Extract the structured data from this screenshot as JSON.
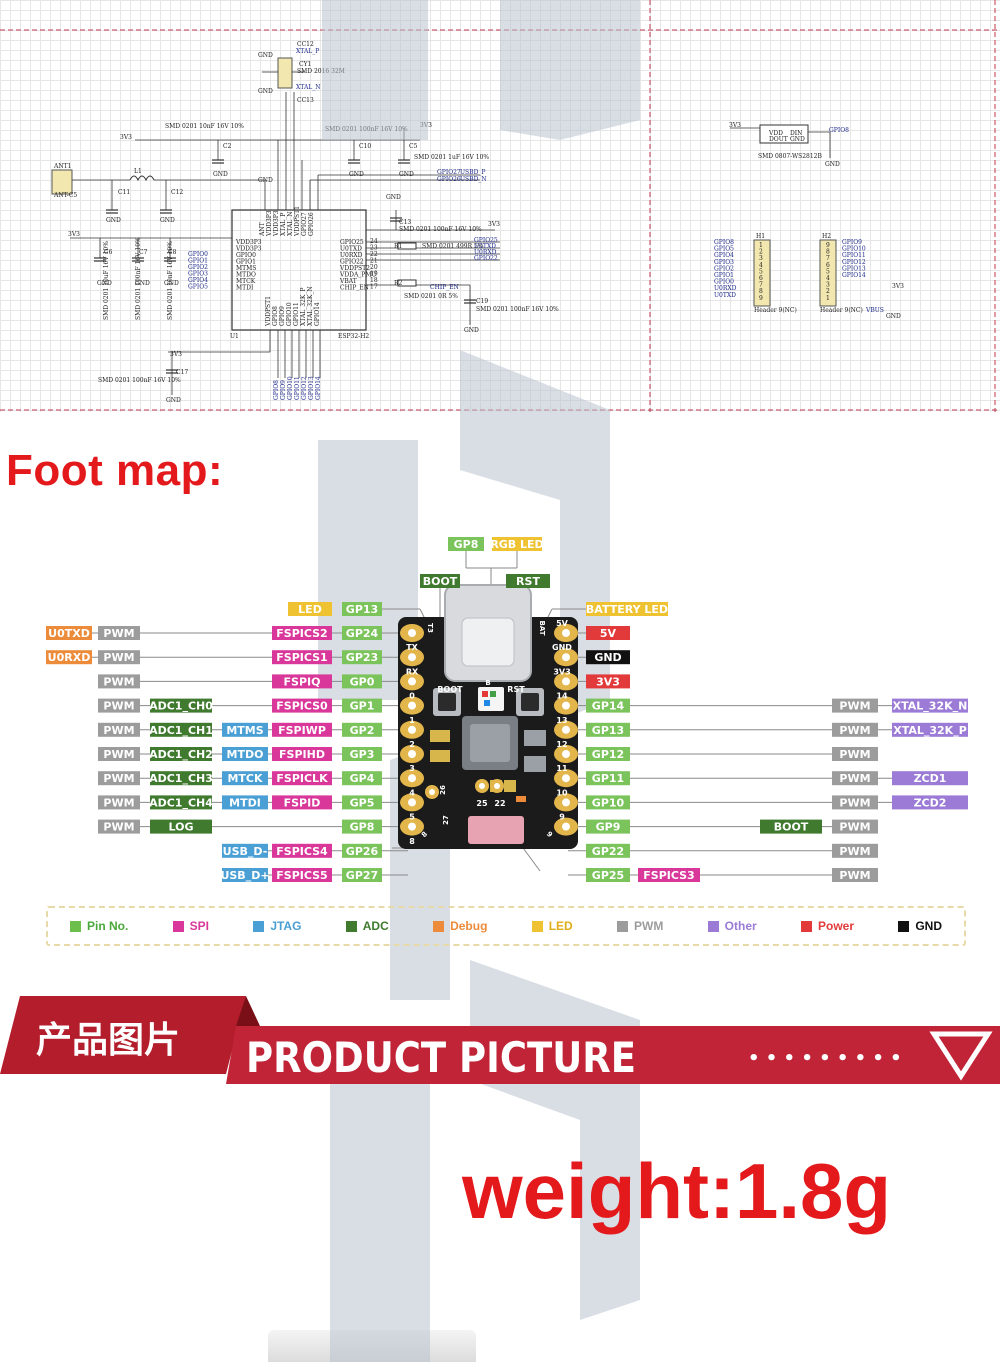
{
  "schematic": {
    "labels": {
      "cc12": "CC12",
      "xtal_p": "XTAL_P",
      "cy1": "CY1",
      "cy1_part": "SMD 2016 32M",
      "xtal_n": "XTAL_N",
      "cc13": "CC13",
      "gnd": "GND",
      "3v3": "3V3",
      "c2_spec": "SMD 0201 10nF 16V 10%",
      "c10_spec": "SMD 0201 100nF 16V 10%",
      "c5_spec": "SMD 0201 1uF 16V 10%",
      "ant1": "ANT1",
      "ant_part": "ANT-C5",
      "l1": "L1",
      "c11": "C11",
      "c12": "C12",
      "c2": "C2",
      "c10": "C10",
      "c5": "C5",
      "c13": "C13",
      "c13_spec": "SMD 0201 100nF 16V 10%",
      "gpio27": "GPIO27",
      "gpio26": "GPIO26",
      "usbd_p": "USBD_P",
      "usbd_n": "USBD_N",
      "u1": "U1",
      "u1_part": "ESP32-H2",
      "vdd3p3": "VDD3P3",
      "left_pins": [
        "VDD3P3",
        "VDD3P3",
        "GPIO0",
        "GPIO1",
        "MTMS",
        "MTDO",
        "MTCK",
        "MTDI"
      ],
      "left_nets": [
        "GPIO0",
        "GPIO1",
        "GPIO2",
        "GPIO3",
        "GPIO4",
        "GPIO5"
      ],
      "right_pins": [
        "GPIO25",
        "U0TXD",
        "U0RXD",
        "GPIO22",
        "VDDPST2",
        "VDDA_PMU",
        "VBAT",
        "CHIP_EN"
      ],
      "right_nums": [
        "24",
        "23",
        "22",
        "21",
        "20",
        "19",
        "18",
        "17"
      ],
      "r1": "R1",
      "r1_spec": "SMD 0201 499R 5%",
      "r2": "R2",
      "r2_spec": "SMD 0201 0R 5%",
      "net_gpio25": "GPIO25",
      "net_u0txd": "U0TXD",
      "net_u0rxd": "U0RXD",
      "net_gpio22": "GPIO22",
      "chip_en": "CHIP_EN",
      "c19": "C19",
      "c19_spec": "SMD 0201 100nF 16V 10%",
      "top_pins": [
        "ANT",
        "VDD3P3",
        "VDD3P3",
        "XTAL_P",
        "XTAL_N",
        "VDDPST1",
        "GPIO27",
        "GPIO26"
      ],
      "bottom_pins": [
        "VDDPST1",
        "GPIO8",
        "GPIO9",
        "GPIO10",
        "GPIO11",
        "XTAL_32K_P",
        "XTAL_32K_N",
        "GPIO14"
      ],
      "bottom_nets": [
        "GPIO8",
        "GPIO9",
        "GPIO10",
        "GPIO11",
        "GPIO12",
        "GPIO13",
        "GPIO14"
      ],
      "c6": "C6",
      "c7": "C7",
      "c8": "C8",
      "cap_specs": [
        "SMD 0201 10uF 16V 10%",
        "SMD 0201 100nF 16V 10%",
        "SMD 0201 10nF 16V 10%"
      ],
      "c17": "C17",
      "c17_spec": "SMD 0201 100nF 16V 10%",
      "led_pins": [
        "VDD",
        "DOUT",
        "DIN",
        "GND"
      ],
      "led_part": "SMD 0807-WS2812B",
      "led_gpio": "GPIO8",
      "h1": "H1",
      "h1_nets": [
        "GPIO8",
        "GPIO5",
        "GPIO4",
        "GPIO3",
        "GPIO2",
        "GPIO1",
        "GPIO0",
        "U0RXD",
        "U0TXD"
      ],
      "h1_part": "Header 9(NC)",
      "h2": "H2",
      "h2_nets": [
        "GPIO9",
        "GPIO10",
        "GPIO11",
        "GPIO12",
        "GPIO13",
        "GPIO14"
      ],
      "h2_part": "Header 9(NC)",
      "vbus": "VBUS",
      "pin_nums": [
        "1",
        "2",
        "3",
        "4",
        "5",
        "6",
        "7",
        "8",
        "9"
      ]
    }
  },
  "foot_map": {
    "title": "Foot map:",
    "top_labels": {
      "gp8": "GP8",
      "rgb_led": "RGB LED",
      "boot": "BOOT",
      "rst": "RST",
      "led": "LED",
      "gp13": "GP13",
      "battery_led": "BATTERY LED"
    },
    "left_rows": [
      {
        "cells": [
          "U0TXD",
          "PWM",
          "",
          "",
          "FSPICS2",
          "GP24"
        ]
      },
      {
        "cells": [
          "U0RXD",
          "PWM",
          "",
          "",
          "FSPICS1",
          "GP23"
        ]
      },
      {
        "cells": [
          "",
          "PWM",
          "",
          "",
          "FSPIQ",
          "GP0"
        ]
      },
      {
        "cells": [
          "",
          "PWM",
          "ADC1_CH0",
          "",
          "FSPICS0",
          "GP1"
        ]
      },
      {
        "cells": [
          "",
          "PWM",
          "ADC1_CH1",
          "MTMS",
          "FSPIWP",
          "GP2"
        ]
      },
      {
        "cells": [
          "",
          "PWM",
          "ADC1_CH2",
          "MTDO",
          "FSPIHD",
          "GP3"
        ]
      },
      {
        "cells": [
          "",
          "PWM",
          "ADC1_CH3",
          "MTCK",
          "FSPICLK",
          "GP4"
        ]
      },
      {
        "cells": [
          "",
          "PWM",
          "ADC1_CH4",
          "MTDI",
          "FSPID",
          "GP5"
        ]
      },
      {
        "cells": [
          "",
          "PWM",
          "LOG",
          "",
          "",
          "GP8"
        ]
      },
      {
        "cells": [
          "",
          "",
          "",
          "USB_D-",
          "FSPICS4",
          "GP26"
        ]
      },
      {
        "cells": [
          "",
          "",
          "",
          "USB_D+",
          "FSPICS5",
          "GP27"
        ]
      }
    ],
    "right_rows": [
      {
        "pin": "5V",
        "extra": "",
        "pwm": "",
        "other": ""
      },
      {
        "pin": "GND",
        "extra": "",
        "pwm": "",
        "other": ""
      },
      {
        "pin": "3V3",
        "extra": "",
        "pwm": "",
        "other": ""
      },
      {
        "pin": "GP14",
        "extra": "",
        "pwm": "PWM",
        "other": "XTAL_32K_N"
      },
      {
        "pin": "GP13",
        "extra": "",
        "pwm": "PWM",
        "other": "XTAL_32K_P"
      },
      {
        "pin": "GP12",
        "extra": "",
        "pwm": "PWM",
        "other": ""
      },
      {
        "pin": "GP11",
        "extra": "",
        "pwm": "PWM",
        "other": "ZCD1"
      },
      {
        "pin": "GP10",
        "extra": "",
        "pwm": "PWM",
        "other": "ZCD2"
      },
      {
        "pin": "GP9",
        "extra": "BOOT",
        "pwm": "PWM",
        "other": ""
      },
      {
        "pin": "GP22",
        "extra": "",
        "pwm": "PWM",
        "other": ""
      },
      {
        "pin": "GP25",
        "extra": "FSPICS3",
        "pwm": "PWM",
        "other": ""
      }
    ],
    "board": {
      "silk_left": [
        "TX",
        "RX",
        "0",
        "1",
        "2",
        "3",
        "4",
        "5",
        "8"
      ],
      "silk_right": [
        "5V",
        "GND",
        "3V3",
        "14",
        "13",
        "12",
        "11",
        "10",
        "9"
      ],
      "silk_top_left": "T3",
      "silk_top_right": "BAT",
      "boot": "BOOT",
      "rst": "RST",
      "small_pins": [
        "26",
        "27",
        "25",
        "22"
      ],
      "num_8": "8",
      "num_9": "9",
      "num_b": "B"
    },
    "legend": [
      {
        "label": "Pin No.",
        "color": "#6cbf4a",
        "text_color": "#4aa83a"
      },
      {
        "label": "SPI",
        "color": "#d9389a",
        "text_color": "#d9389a"
      },
      {
        "label": "JTAG",
        "color": "#4a9fd4",
        "text_color": "#4a9fd4"
      },
      {
        "label": "ADC",
        "color": "#3f7a2e",
        "text_color": "#3f7a2e"
      },
      {
        "label": "Debug",
        "color": "#ec8b3a",
        "text_color": "#ec8b3a"
      },
      {
        "label": "LED",
        "color": "#eec231",
        "text_color": "#e0ad1b"
      },
      {
        "label": "PWM",
        "color": "#9c9c9c",
        "text_color": "#9c9c9c"
      },
      {
        "label": "Other",
        "color": "#9b7bd6",
        "text_color": "#9b7bd6"
      },
      {
        "label": "Power",
        "color": "#e23a3a",
        "text_color": "#e23a3a"
      },
      {
        "label": "GND",
        "color": "#111111",
        "text_color": "#111111"
      }
    ]
  },
  "banner": {
    "chinese": "产品图片",
    "english": "PRODUCT PICTURE",
    "dots": "• • • • • • • • •"
  },
  "weight": "weight:1.8g",
  "colors": {
    "red": "#e3191c",
    "banner_red": "#b31d2c",
    "pin": "#7bc35b",
    "spi": "#d9389a",
    "jtag": "#4a9fd4",
    "adc": "#3f7a2e",
    "debug": "#ec8b3a",
    "led": "#eec231",
    "pwm": "#9c9c9c",
    "other": "#9b7bd6",
    "power": "#e23a3a",
    "gnd": "#111111"
  }
}
